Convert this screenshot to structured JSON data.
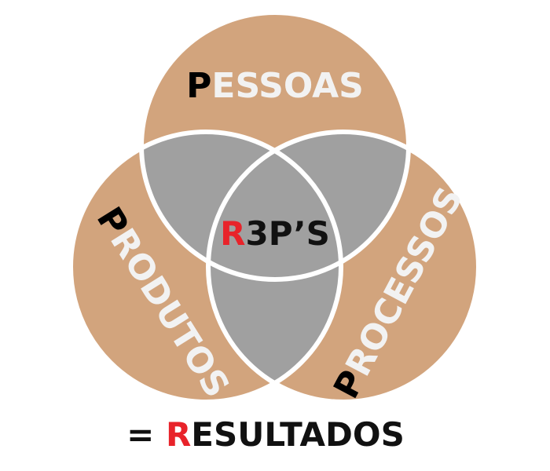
{
  "diagram": {
    "sets": [
      {
        "id": "pessoas",
        "initial": "P",
        "rest": "ESSOAS"
      },
      {
        "id": "produtos",
        "initial": "P",
        "rest": "RODUTOS"
      },
      {
        "id": "processos",
        "initial": "P",
        "rest": "ROCESSOS"
      }
    ],
    "center": {
      "initial": "R",
      "rest": "3P’S"
    },
    "result": {
      "prefix": "= ",
      "initial": "R",
      "rest": "ESULTADOS"
    }
  },
  "colors": {
    "circle_fill": "#d2a47d",
    "overlap_fill": "#a0a0a0",
    "outline": "#ffffff",
    "initial": "#000000",
    "word": "#f2f2f2",
    "accent": "#e8232a",
    "dark_text": "#111111"
  }
}
